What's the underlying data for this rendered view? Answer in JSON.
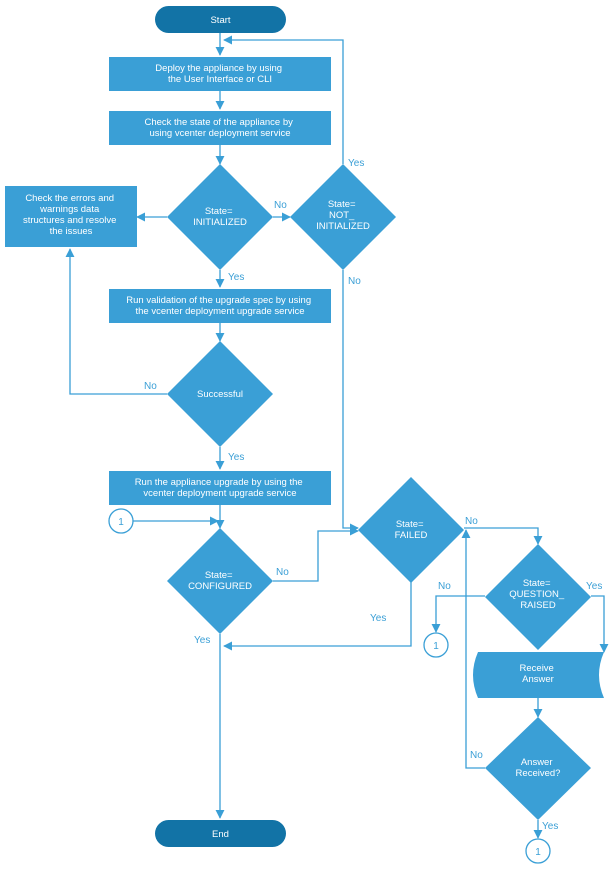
{
  "nodes": {
    "start": "Start",
    "deploy": [
      "Deploy the appliance by using",
      "the User Interface or CLI"
    ],
    "check_state": [
      "Check the state of the appliance by",
      "using vcenter deployment service"
    ],
    "check_errors": [
      "Check the errors and",
      "warnings data",
      "structures and resolve",
      "the issues"
    ],
    "state_initialized": [
      "State=",
      "INITIALIZED"
    ],
    "state_not_initialized": [
      "State=",
      "NOT_",
      "INITIALIZED"
    ],
    "run_validation": [
      "Run validation of the upgrade spec by using",
      "the vcenter deployment upgrade service"
    ],
    "successful": [
      "Successful"
    ],
    "run_upgrade": [
      "Run the appliance upgrade by using the",
      "vcenter deployment upgrade service"
    ],
    "connector_in": "1",
    "state_configured": [
      "State=",
      "CONFIGURED"
    ],
    "state_failed": [
      "State=",
      "FAILED"
    ],
    "state_question": [
      "State=",
      "QUESTION_",
      "RAISED"
    ],
    "connector_out_left": "1",
    "receive_answer": [
      "Receive",
      "Answer"
    ],
    "answer_received": [
      "Answer",
      "Received?"
    ],
    "connector_out_bottom": "1",
    "end": "End"
  },
  "edges": {
    "init_no": "No",
    "init_yes": "Yes",
    "notinit_yes": "Yes",
    "notinit_no": "No",
    "successful_no": "No",
    "successful_yes": "Yes",
    "configured_no": "No",
    "configured_yes": "Yes",
    "failed_no": "No",
    "failed_yes": "Yes",
    "question_no": "No",
    "question_yes": "Yes",
    "answer_no": "No",
    "answer_yes": "Yes"
  },
  "colors": {
    "node_fill": "#3a9fd6",
    "terminal_fill": "#1273a6",
    "line": "#3a9fd6",
    "text": "#ffffff"
  }
}
